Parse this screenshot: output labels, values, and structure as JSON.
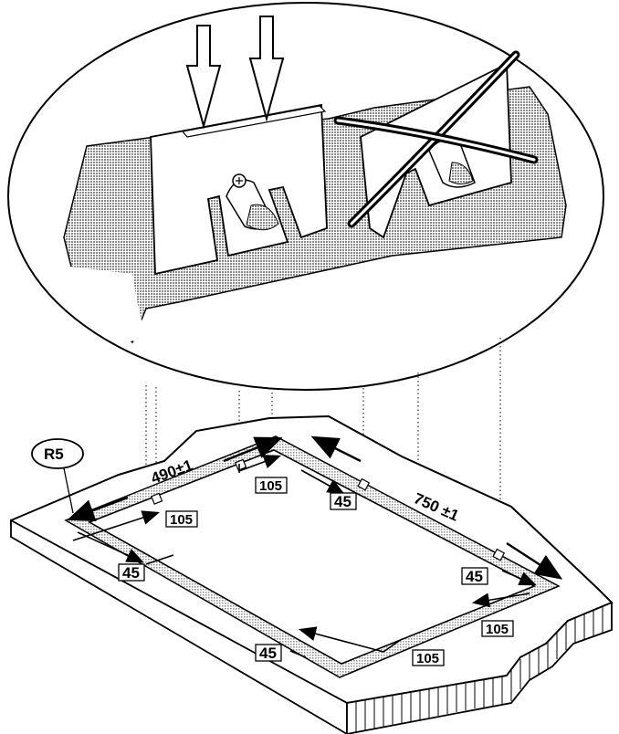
{
  "labels": {
    "radius": "R5",
    "width_dim": "490±1",
    "length_dim": "750 ±1",
    "clip_offset_1": "105",
    "clip_offset_2": "105",
    "clip_offset_3": "105",
    "clip_offset_4": "105",
    "border_1": "45",
    "border_2": "45",
    "border_3": "45",
    "border_4": "45"
  },
  "colors": {
    "ink": "#000000",
    "paper": "#ffffff",
    "hatch": "#9a9a9a"
  },
  "icons": [
    "press-down-arrow-icon",
    "forbidden-cross-icon"
  ]
}
